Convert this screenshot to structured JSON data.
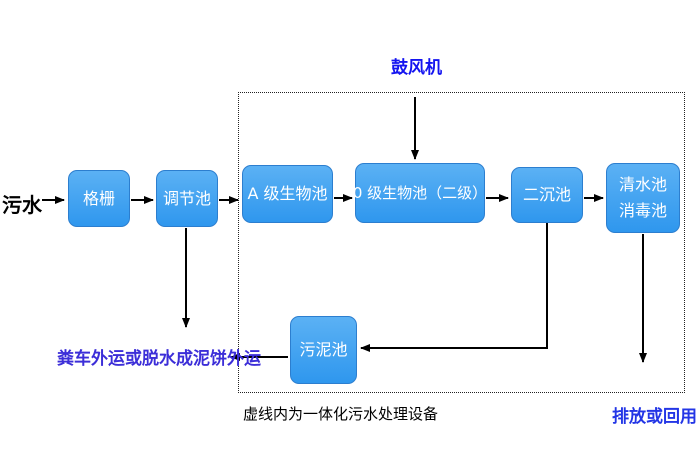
{
  "colors": {
    "background": "#ffffff",
    "box_fill_top": "#5BB1F4",
    "box_fill_bottom": "#2F97EE",
    "box_border": "#2C7ECF",
    "box_text": "#ffffff",
    "connector": "#000000",
    "plain_text": "#000000",
    "blower_label": "#1414f0",
    "sludge_out_label": "#3c2ed8",
    "discharge_label": "#2336e6"
  },
  "diagram": {
    "influent": "污水",
    "blower": "鼓风机",
    "nodes": {
      "grid": "格栅",
      "regulating": "调节池",
      "a_bio": "A 级生物池",
      "o_bio": "0 级生物池（二级）",
      "secondary_sed": "二沉池",
      "clear_line1": "清水池",
      "clear_line2": "消毒池",
      "sludge": "污泥池"
    },
    "sludge_out": "粪车外运或脱水成泥饼外运",
    "caption": "虚线内为一体化污水处理设备",
    "discharge": "排放或回用"
  }
}
